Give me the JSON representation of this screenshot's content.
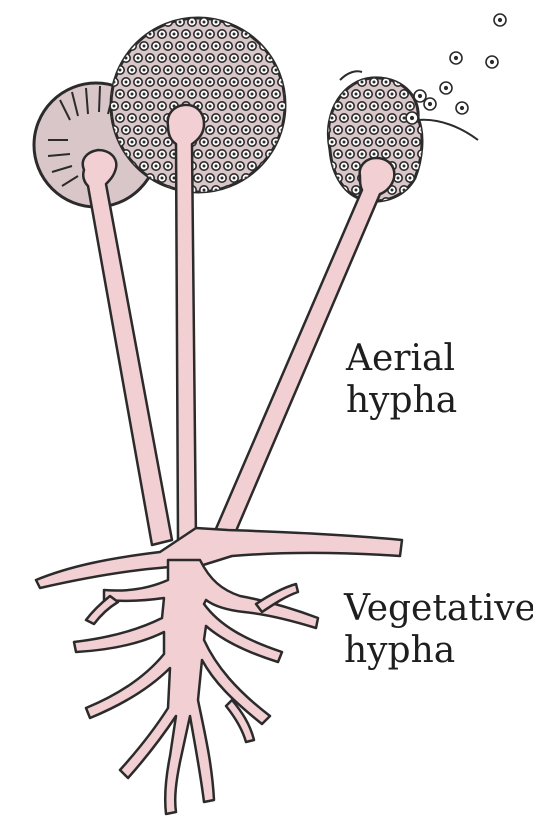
{
  "labels": {
    "aerial_line1": "Aerial",
    "aerial_line2": "hypha",
    "vegetative_line1": "Vegetative",
    "vegetative_line2": "hypha"
  },
  "colors": {
    "background": "#ffffff",
    "hypha_fill": "#f2cfd2",
    "outline": "#2b2b2b",
    "sporangium_fill": "#d9c6c8",
    "spore_fill": "#ffffff",
    "text": "#1e1e1e"
  }
}
